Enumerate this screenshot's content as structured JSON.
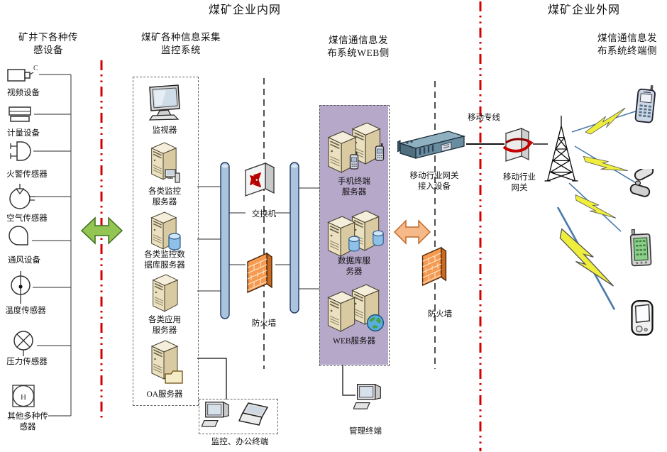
{
  "titles": {
    "intranet": "煤矿企业内网",
    "extranet": "煤矿企业外网"
  },
  "headers": {
    "sensors": "矿井下各种传\n感设备",
    "collection": "煤矿各种信息采集\n监控系统",
    "web_side": "煤信通信息发\n布系统WEB侧",
    "terminal_side": "煤信通信息发\n布系统终端侧"
  },
  "sensor_items": [
    "视频设备",
    "计量设备",
    "火警传感器",
    "空气传感器",
    "通风设备",
    "温度传感器",
    "压力传感器",
    "其他多种传\n感器"
  ],
  "collection_items": [
    "监视器",
    "各类监控\n服务器",
    "各类监控数\n据库服务器",
    "各类应用\n服务器",
    "OA服务器"
  ],
  "intranet_core": {
    "switch": "交换机",
    "firewall": "防火墙",
    "office_terminals": "监控、办公终端"
  },
  "web_items": [
    "手机终端\n服务器",
    "数据库服\n务器",
    "WEB服务器"
  ],
  "web_misc": {
    "management_terminal": "管理终端",
    "firewall": "防火墙"
  },
  "mobile": {
    "access_device": "移动行业网关\n接入设备",
    "dedicated_line": "移动专线",
    "gateway": "移动行业\n网关"
  },
  "icon_labels": {
    "camera_c": "C",
    "other_sensor_h": "H"
  },
  "colors": {
    "divider_red": "#d40000",
    "box_purple": "#b5a8c9",
    "bus_bar_blue": "#aac4de",
    "arrow_green": "#92c552",
    "arrow_orange": "#f5b98a",
    "firewall_orange": "#f59a50",
    "server_beige": "#ebe1c1"
  }
}
